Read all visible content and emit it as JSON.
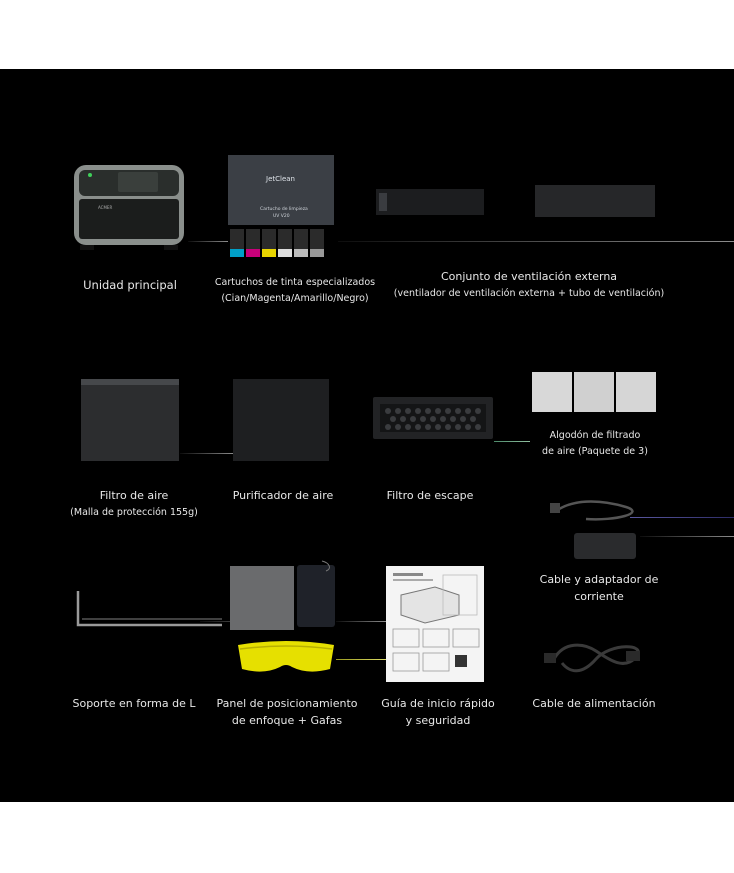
{
  "labels": {
    "main_unit": "Unidad principal",
    "cartridges_l1": "Cartuchos de tinta especializados",
    "cartridges_l2": "(Cian/Magenta/Amarillo/Negro)",
    "ventilation_l1": "Conjunto de ventilación externa",
    "ventilation_l2": "(ventilador de ventilación externa + tubo de ventilación)",
    "air_filter_l1": "Filtro de aire",
    "air_filter_l2": "(Malla de protección 155g)",
    "purifier": "Purificador de aire",
    "exhaust_filter": "Filtro de escape",
    "cotton_l1": "Algodón de filtrado",
    "cotton_l2": "de aire (Paquete de 3)",
    "power_adapter_l1": "Cable y adaptador de",
    "power_adapter_l2": "corriente",
    "l_bracket": "Soporte en forma de L",
    "focus_panel_l1": "Panel de posicionamiento",
    "focus_panel_l2": "de enfoque + Gafas",
    "guide_l1": "Guía de inicio rápido",
    "guide_l2": "y seguridad",
    "power_cable": "Cable de alimentación"
  },
  "product_text": {
    "brand": "JetClean",
    "cartridge_name": "Cartucho de limpieza",
    "cartridge_model": "UV V20",
    "unit_brand": "ACMER"
  },
  "colors": {
    "cyan": "#00a0c8",
    "magenta": "#c8007a",
    "yellow": "#e8d400",
    "black": "#222222",
    "goggles": "#e6e000"
  }
}
